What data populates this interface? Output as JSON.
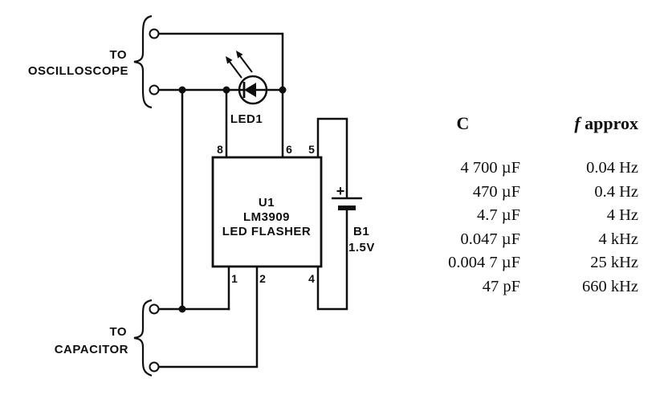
{
  "diagram": {
    "labels": {
      "osc_line1": "TO",
      "osc_line2": "OSCILLOSCOPE",
      "cap_line1": "TO",
      "cap_line2": "CAPACITOR",
      "led": "LED1",
      "ic_ref": "U1",
      "ic_part": "LM3909",
      "ic_function": "LED FLASHER",
      "battery_ref": "B1",
      "battery_voltage": "1.5V",
      "battery_plus": "+"
    },
    "pins": {
      "top": [
        "8",
        "6",
        "5"
      ],
      "bottom": [
        "1",
        "2",
        "4"
      ]
    },
    "colors": {
      "ink": "#0f0f0f",
      "background": "#ffffff"
    }
  },
  "table": {
    "header_c": "C",
    "header_f": "f",
    "header_approx": "approx",
    "rows": [
      {
        "c": "4 700 µF",
        "f": "0.04 Hz"
      },
      {
        "c": "470 µF",
        "f": "0.4 Hz"
      },
      {
        "c": "4.7 µF",
        "f": "4 Hz"
      },
      {
        "c": "0.047 µF",
        "f": "4 kHz"
      },
      {
        "c": "0.004 7 µF",
        "f": "25 kHz"
      },
      {
        "c": "47 pF",
        "f": "660 kHz"
      }
    ]
  }
}
